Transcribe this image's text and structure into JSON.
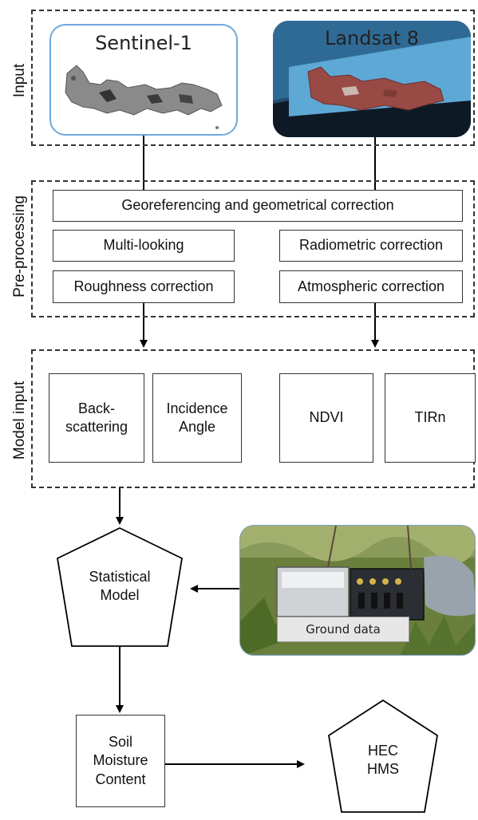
{
  "input": {
    "label": "Input",
    "sentinel_title": "Sentinel-1",
    "landsat_title": "Landsat 8"
  },
  "preprocessing": {
    "label": "Pre-processing",
    "georef": "Georeferencing and geometrical correction",
    "multilooking": "Multi-looking",
    "roughness": "Roughness correction",
    "radiometric": "Radiometric correction",
    "atmospheric": "Atmospheric correction"
  },
  "model_input": {
    "label": "Model input",
    "backscatter": "Back-\nscattering",
    "incidence": "Incidence\nAngle",
    "ndvi": "NDVI",
    "tirn": "TIRn"
  },
  "model": {
    "statistical": "Statistical\nModel",
    "ground_data": "Ground data",
    "soil_moisture": "Soil\nMoisture\nContent",
    "hec_hms": "HEC\nHMS"
  },
  "colors": {
    "sentinel_border": "#6fa8dc",
    "landsat_bg": "#1c3d5a",
    "landsat_sea": "#5ea8d6",
    "island_red": "#9a4a45",
    "sar_gray": "#7a7a7a"
  }
}
